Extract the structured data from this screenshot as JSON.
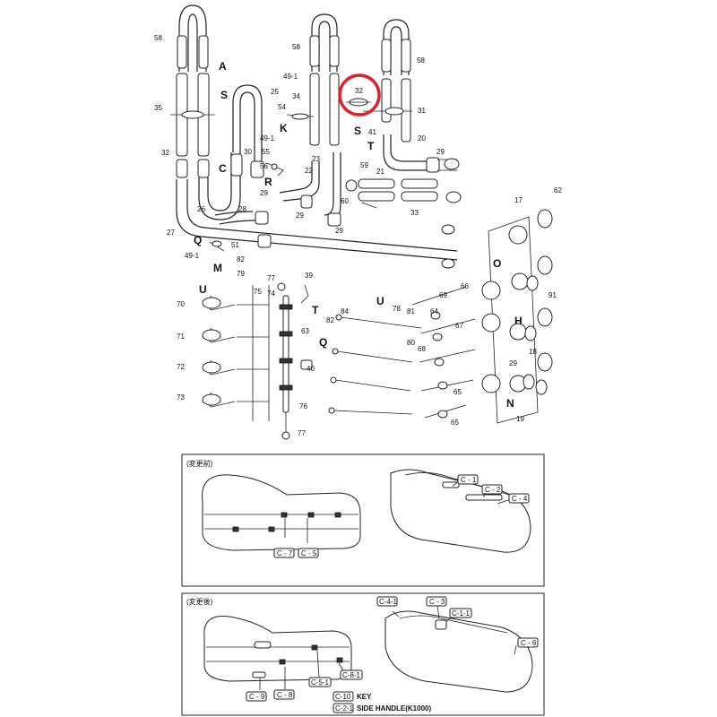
{
  "diagram": {
    "parts": {
      "p58a": "58",
      "p58b": "58",
      "p58c": "58",
      "pA": "A",
      "pS1": "S",
      "p35": "35",
      "p32a": "32",
      "p25": "25",
      "p49a": "49-1",
      "p34": "34",
      "p54": "54",
      "pK": "K",
      "p49b": "49-1",
      "p55": "55",
      "p56": "56",
      "pC": "C",
      "p30": "30",
      "p29a": "29",
      "pR": "R",
      "p22": "22",
      "p23": "23",
      "p32b": "32",
      "pS2": "S",
      "p41": "41",
      "pT1": "T",
      "p31": "31",
      "p20": "20",
      "p29b": "29",
      "p59": "59",
      "p21": "21",
      "p60": "60",
      "p33": "33",
      "p26": "26",
      "p28": "28",
      "p29c": "29",
      "p29d": "29",
      "p27": "27",
      "pQ1": "Q",
      "p51": "51",
      "p49c": "49-1",
      "pM": "M",
      "p82a": "82",
      "p79": "79",
      "p77a": "77",
      "p39": "39",
      "pU1": "U",
      "p70": "70",
      "p75": "75",
      "p74": "74",
      "pT2": "T",
      "p84": "84",
      "p82b": "82",
      "p78": "78",
      "pU2": "U",
      "p63": "63",
      "p71": "71",
      "pQ2": "Q",
      "p40": "40",
      "p72": "72",
      "p73": "73",
      "p76": "76",
      "p77b": "77",
      "p17": "17",
      "p62": "62",
      "pO": "O",
      "p66": "66",
      "p69": "69",
      "p81": "81",
      "p64": "64",
      "p67": "67",
      "p80": "80",
      "p68": "68",
      "p91": "91",
      "pH": "H",
      "p18": "18",
      "p65a": "65",
      "p65b": "65",
      "p29e": "29",
      "pN": "N",
      "p19": "19"
    },
    "before": {
      "heading": "(変更前)",
      "c1": "C - 1",
      "c2": "C - 2",
      "c4": "C - 4",
      "c7": "C - 7",
      "c5": "C - 5"
    },
    "after": {
      "heading": "(変更後)",
      "c41": "C-4-1",
      "c3": "C - 3",
      "c11": "C-1-1",
      "c6": "C - 6",
      "c9": "C - 9",
      "c8": "C - 8",
      "c51": "C-5-1",
      "c81": "C-8-1",
      "c10": "C-10",
      "c21": "C-2-1",
      "key_label": "KEY",
      "side_handle_label": "SIDE HANDLE(K1000)"
    },
    "highlight_color": "#e0202a"
  }
}
